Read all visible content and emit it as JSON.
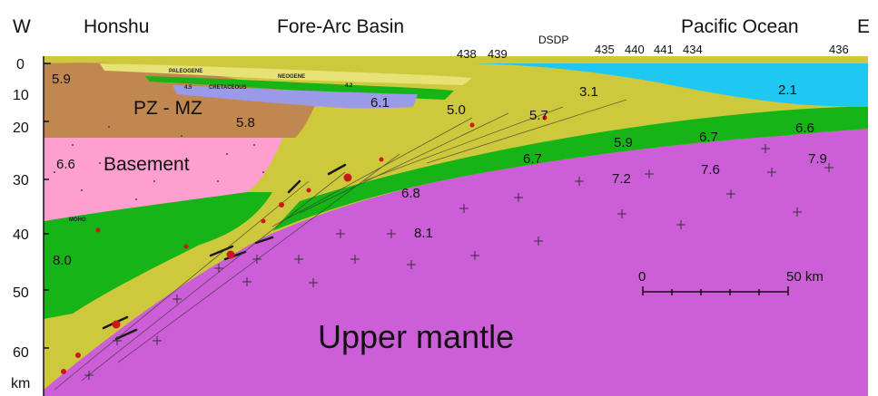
{
  "header": {
    "west": "W",
    "east": "E",
    "honshu": "Honshu",
    "fore_arc": "Fore-Arc Basin",
    "pacific": "Pacific Ocean",
    "dsdp": "DSDP"
  },
  "sites": [
    "438",
    "439",
    "435",
    "440",
    "441",
    "434",
    "436"
  ],
  "depth_axis": {
    "ticks": [
      "0",
      "10",
      "20",
      "30",
      "40",
      "50",
      "60"
    ],
    "unit": "km"
  },
  "units": {
    "pz_mz": "PZ - MZ",
    "basement": "Basement",
    "upper_mantle": "Upper mantle",
    "moho": "MOHO",
    "paleogene": "PALEOGENE",
    "neogene": "NEOGENE",
    "cretaceous": "CRETACEOUS",
    "small_45": "4.5",
    "small_42": "4.2"
  },
  "velocities": {
    "v59_left": "5.9",
    "v58": "5.8",
    "v66_left": "6.6",
    "v80": "8.0",
    "v61": "6.1",
    "v50": "5.0",
    "v57": "5.7",
    "v31": "3.1",
    "v21": "2.1",
    "v59_right": "5.9",
    "v67_right": "6.7",
    "v66_right": "6.6",
    "v67_mid": "6.7",
    "v68": "6.8",
    "v72": "7.2",
    "v76": "7.6",
    "v79": "7.9",
    "v81": "8.1"
  },
  "scale_bar": {
    "start": "0",
    "end": "50 km"
  },
  "colors": {
    "ocean": "#1ec8f0",
    "pz_mz": "#c08850",
    "basement": "#ff9fd0",
    "green": "#16b416",
    "yellow": "#cdc83c",
    "mantle": "#cc5ed8",
    "blue_band": "#9a9ae8",
    "red_dot": "#cc1818"
  }
}
